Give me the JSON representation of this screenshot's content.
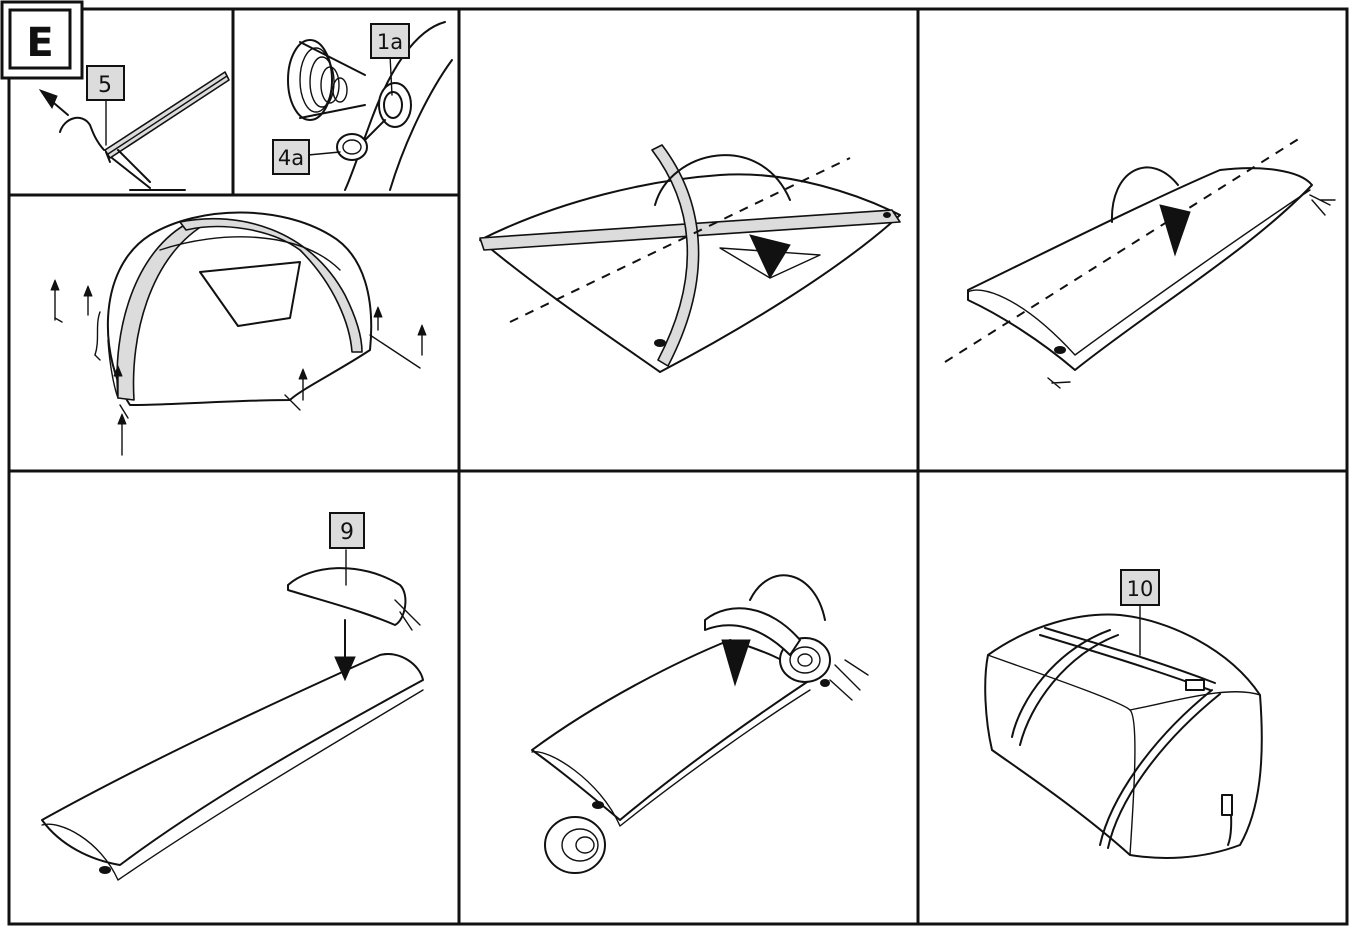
{
  "section_letter": "E",
  "callouts": {
    "pole_end": "5",
    "valve_cap": "1a",
    "valve_adapter": "4a",
    "repair_bag": "9",
    "pack_bag": "10"
  },
  "colors": {
    "line": "#111111",
    "label_fill": "#dcdcdc",
    "background": "#ffffff"
  }
}
